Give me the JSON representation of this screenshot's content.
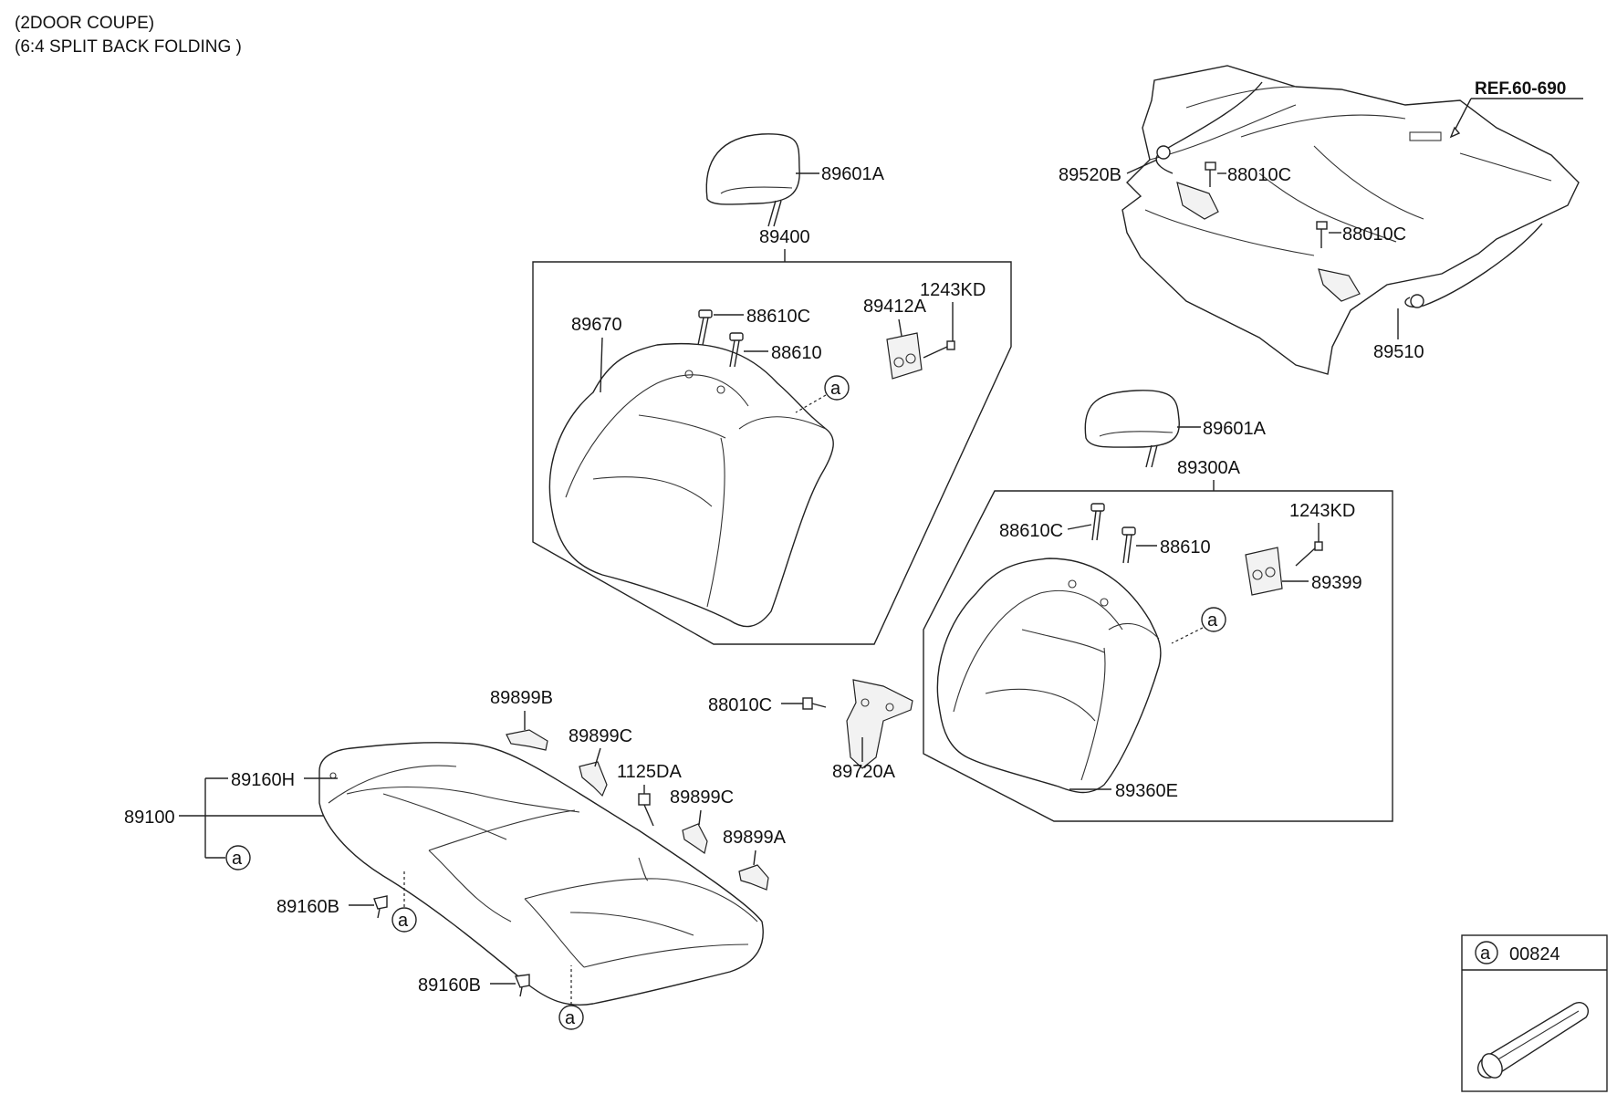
{
  "header": {
    "line1": "(2DOOR COUPE)",
    "line2": "(6:4 SPLIT BACK FOLDING )"
  },
  "ref_label": "REF.60-690",
  "labels": {
    "p89601A_top": "89601A",
    "p89400": "89400",
    "p89670": "89670",
    "p88610C_top": "88610C",
    "p88610_top": "88610",
    "p89412A": "89412A",
    "p1243KD_top": "1243KD",
    "p89520B": "89520B",
    "p88010C_a": "88010C",
    "p88010C_b": "88010C",
    "p89510": "89510",
    "p89601A_right": "89601A",
    "p89300A": "89300A",
    "p88610C_right": "88610C",
    "p88610_right": "88610",
    "p1243KD_right": "1243KD",
    "p89399": "89399",
    "p89360E": "89360E",
    "p88010C_mid": "88010C",
    "p89720A": "89720A",
    "p89899B": "89899B",
    "p89899C_a": "89899C",
    "p1125DA": "1125DA",
    "p89899C_b": "89899C",
    "p89899A": "89899A",
    "p89160H": "89160H",
    "p89100": "89100",
    "p89160B_a": "89160B",
    "p89160B_b": "89160B"
  },
  "circle_marker": "a",
  "legend": {
    "marker": "a",
    "part": "00824"
  }
}
